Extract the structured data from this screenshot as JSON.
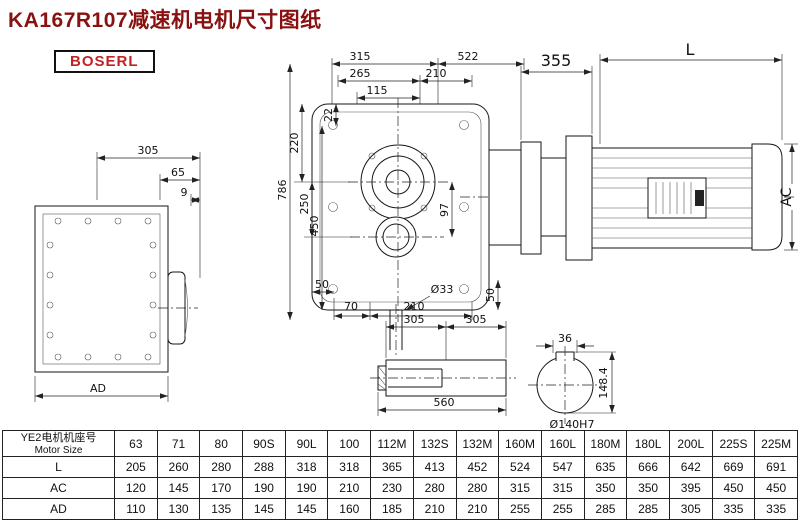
{
  "header": {
    "title": "KA167R107减速机电机尺寸图纸",
    "brand": "BOSERL"
  },
  "dims": {
    "left": {
      "d305": "305",
      "d65": "65",
      "d9": "9",
      "dAD": "AD"
    },
    "front": {
      "d315": "315",
      "d522": "522",
      "d265": "265",
      "d210t": "210",
      "d115": "115",
      "d22": "22",
      "d220": "220",
      "d250": "250",
      "d450": "450",
      "d786": "786",
      "d97": "97",
      "d50a": "50",
      "d70": "70",
      "d210b": "210",
      "d33": "Ø33",
      "d50b": "50"
    },
    "motor": {
      "d355": "355",
      "dL": "L",
      "dAC": "AC"
    },
    "shaft": {
      "d305a": "305",
      "d305b": "305",
      "d560": "560"
    },
    "end": {
      "d36": "36",
      "d1484": "148.4",
      "d140": "Ø140H7"
    }
  },
  "table": {
    "header_cn": "YE2电机机座号",
    "header_en": "Motor Size",
    "columns": [
      "63",
      "71",
      "80",
      "90S",
      "90L",
      "100",
      "112M",
      "132S",
      "132M",
      "160M",
      "160L",
      "180M",
      "180L",
      "200L",
      "225S",
      "225M"
    ],
    "rows": [
      {
        "label": "L",
        "values": [
          "205",
          "260",
          "280",
          "288",
          "318",
          "318",
          "365",
          "413",
          "452",
          "524",
          "547",
          "635",
          "666",
          "642",
          "669",
          "691"
        ]
      },
      {
        "label": "AC",
        "values": [
          "120",
          "145",
          "170",
          "190",
          "190",
          "210",
          "230",
          "280",
          "280",
          "315",
          "315",
          "350",
          "350",
          "395",
          "450",
          "450"
        ]
      },
      {
        "label": "AD",
        "values": [
          "110",
          "130",
          "135",
          "145",
          "145",
          "160",
          "185",
          "210",
          "210",
          "255",
          "255",
          "285",
          "285",
          "305",
          "335",
          "335"
        ]
      }
    ]
  }
}
